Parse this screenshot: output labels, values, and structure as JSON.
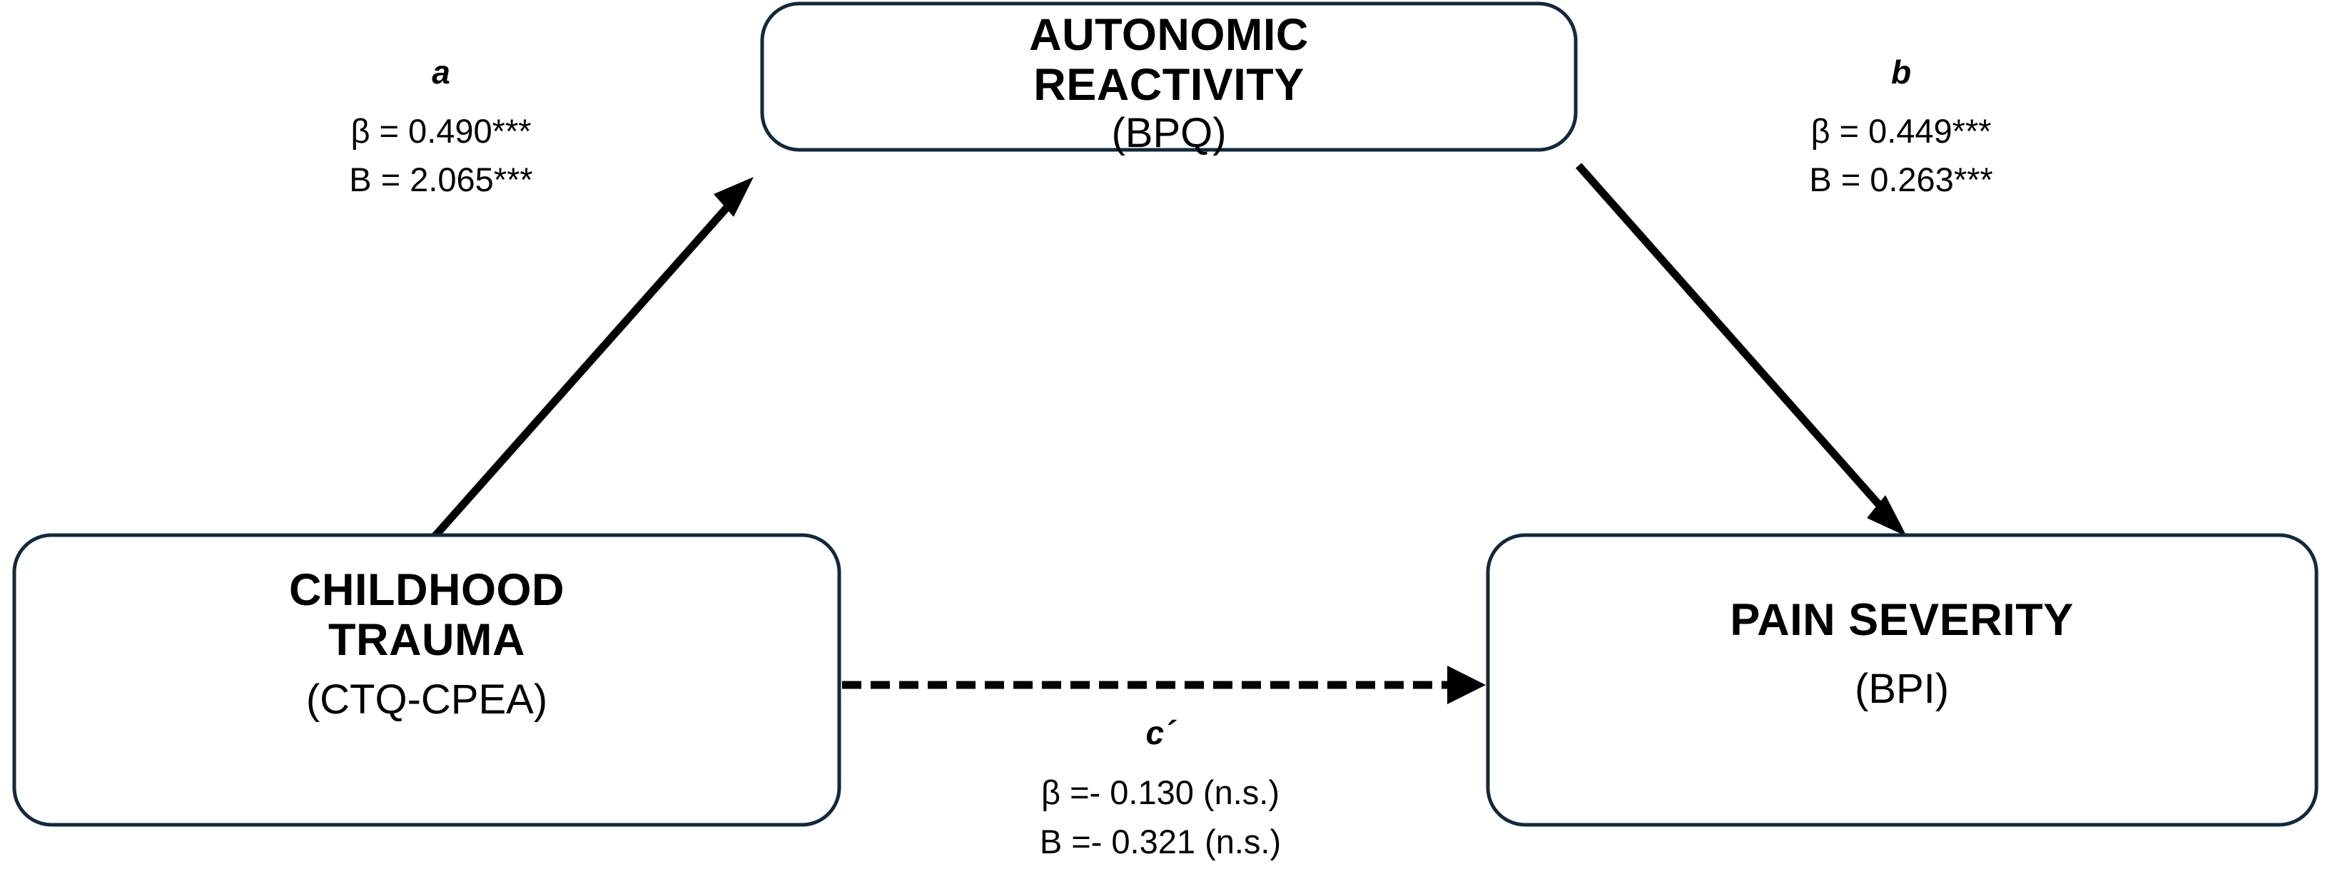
{
  "diagram": {
    "type": "mediation-path-model",
    "accent_color": "#13293a",
    "line_color": "#000000",
    "background": "#ffffff",
    "nodes": [
      {
        "id": "mediator",
        "position": "top-center",
        "title_line1": "AUTONOMIC",
        "title_line2": "REACTIVITY",
        "subtitle": "(BPQ)"
      },
      {
        "id": "predictor",
        "position": "bottom-left",
        "title_line1": "CHILDHOOD",
        "title_line2": "TRAUMA",
        "subtitle": "(CTQ-CPEA)"
      },
      {
        "id": "outcome",
        "position": "bottom-right",
        "title_line1": "PAIN SEVERITY",
        "title_line2": "",
        "subtitle": "(BPI)"
      }
    ],
    "paths": [
      {
        "id": "path-a",
        "letter": "a",
        "from": "predictor",
        "to": "mediator",
        "style": "solid",
        "beta": "β = 0.490***",
        "b": "B = 2.065***"
      },
      {
        "id": "path-b",
        "letter": "b",
        "from": "mediator",
        "to": "outcome",
        "style": "solid",
        "beta": "β = 0.449***",
        "b": "B = 0.263***"
      },
      {
        "id": "path-c-prime",
        "letter": "c´",
        "from": "predictor",
        "to": "outcome",
        "style": "dashed",
        "beta": "β =- 0.130 (n.s.)",
        "b": "B =- 0.321 (n.s.)"
      }
    ]
  }
}
